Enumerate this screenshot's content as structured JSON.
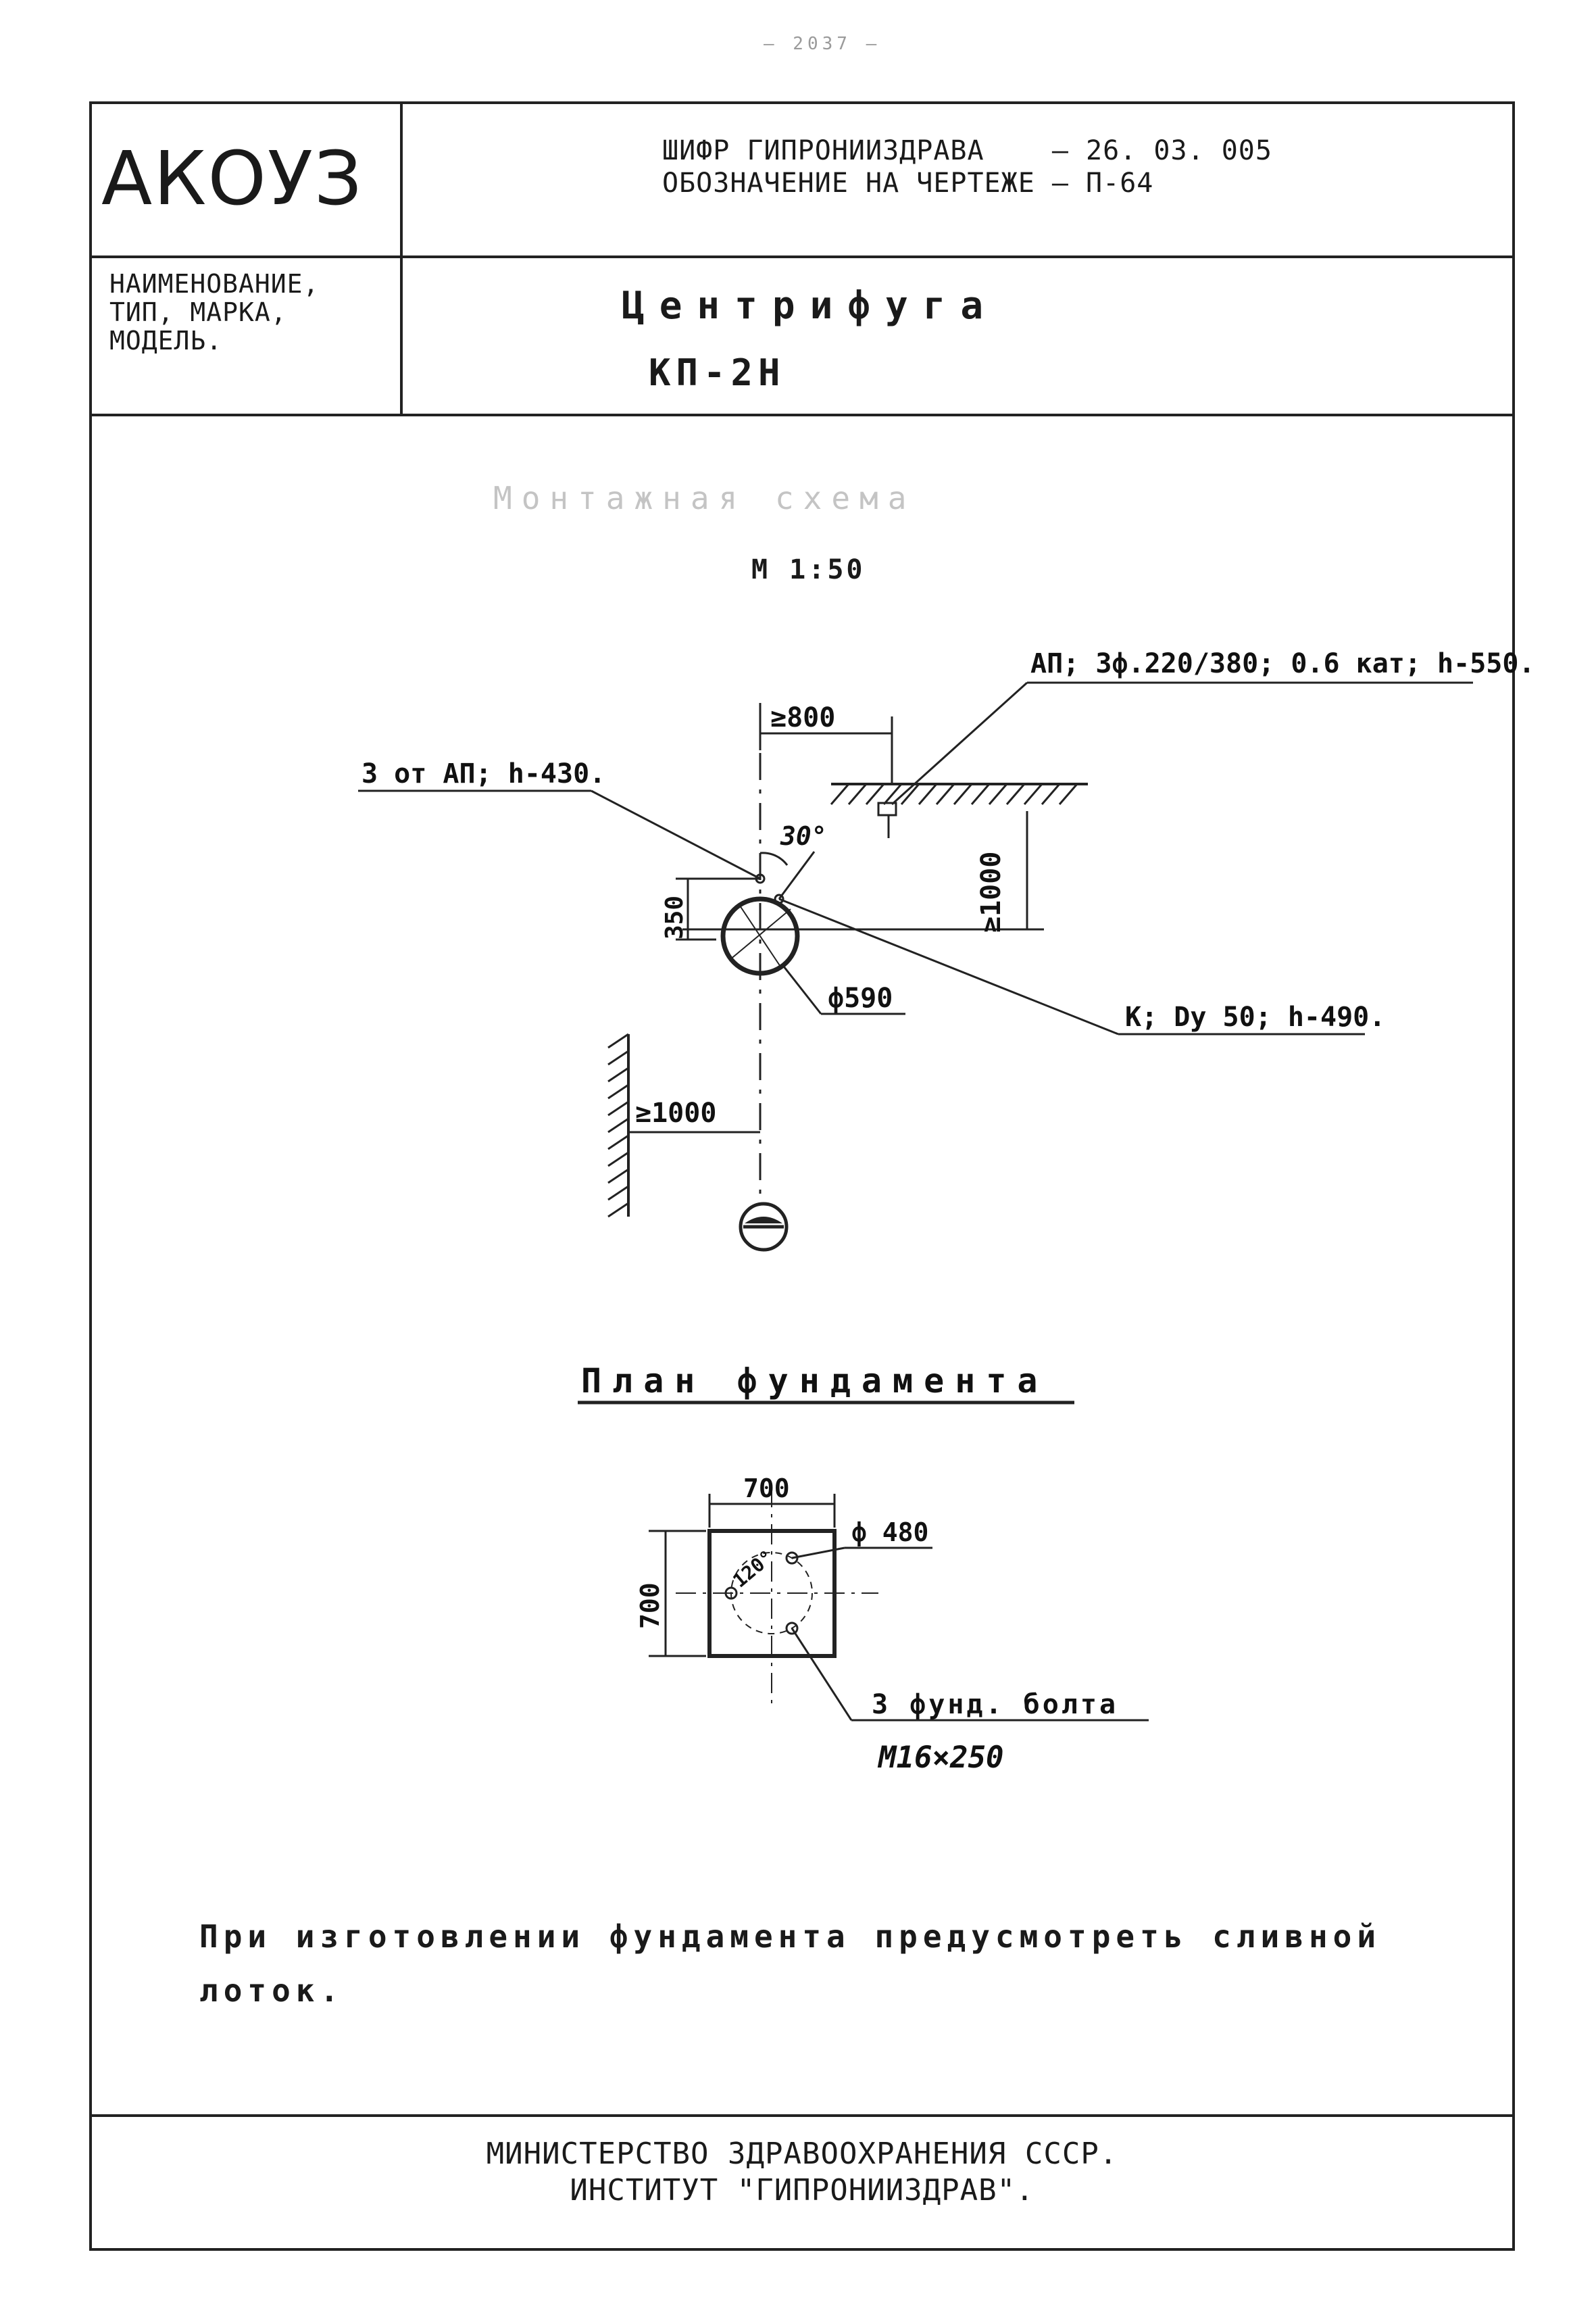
{
  "page_mark": "— 2037 —",
  "stamp": {
    "brand": "АКОУЗ",
    "cipher_line": "ШИФР ГИПРОНИИЗДРАВА    – 26. 03. 005",
    "designation_line": "ОБОЗНАЧЕНИЕ НА ЧЕРТЕЖЕ – П-64",
    "name_label_1": "НАИМЕНОВАНИЕ,",
    "name_label_2": "ТИП, МАРКА,",
    "name_label_3": "МОДЕЛЬ.",
    "equipment_name": "Центрифуга",
    "equipment_model": "КП-2Н"
  },
  "plan": {
    "faded_title": "Монтажная схема",
    "scale": "М 1:50",
    "power_label": "АП; 3ф.220/380; 0.6 кат; h-550.",
    "ground_label": "3 от АП; h-430.",
    "sewer_label": "К; Dу 50; h-490.",
    "dim_top": "≥800",
    "dim_right": "≥1000",
    "dim_left": "≥1000",
    "dim_offset": "350",
    "diameter": "ф590",
    "angle": "30°"
  },
  "foundation": {
    "title": "План фундамента",
    "width": "700",
    "height": "700",
    "bolt_circle": "ф 480",
    "angle": "120°",
    "bolts_label": "3 фунд. болта",
    "bolts_size": "М16×250"
  },
  "note": {
    "line1": "При изготовлении фундамента предусмотреть сливной",
    "line2": "лоток."
  },
  "footer": {
    "line1": "МИНИСТЕРСТВО ЗДРАВООХРАНЕНИЯ СССР.",
    "line2": "ИНСТИТУТ \"ГИПРОНИИЗДРАВ\"."
  }
}
